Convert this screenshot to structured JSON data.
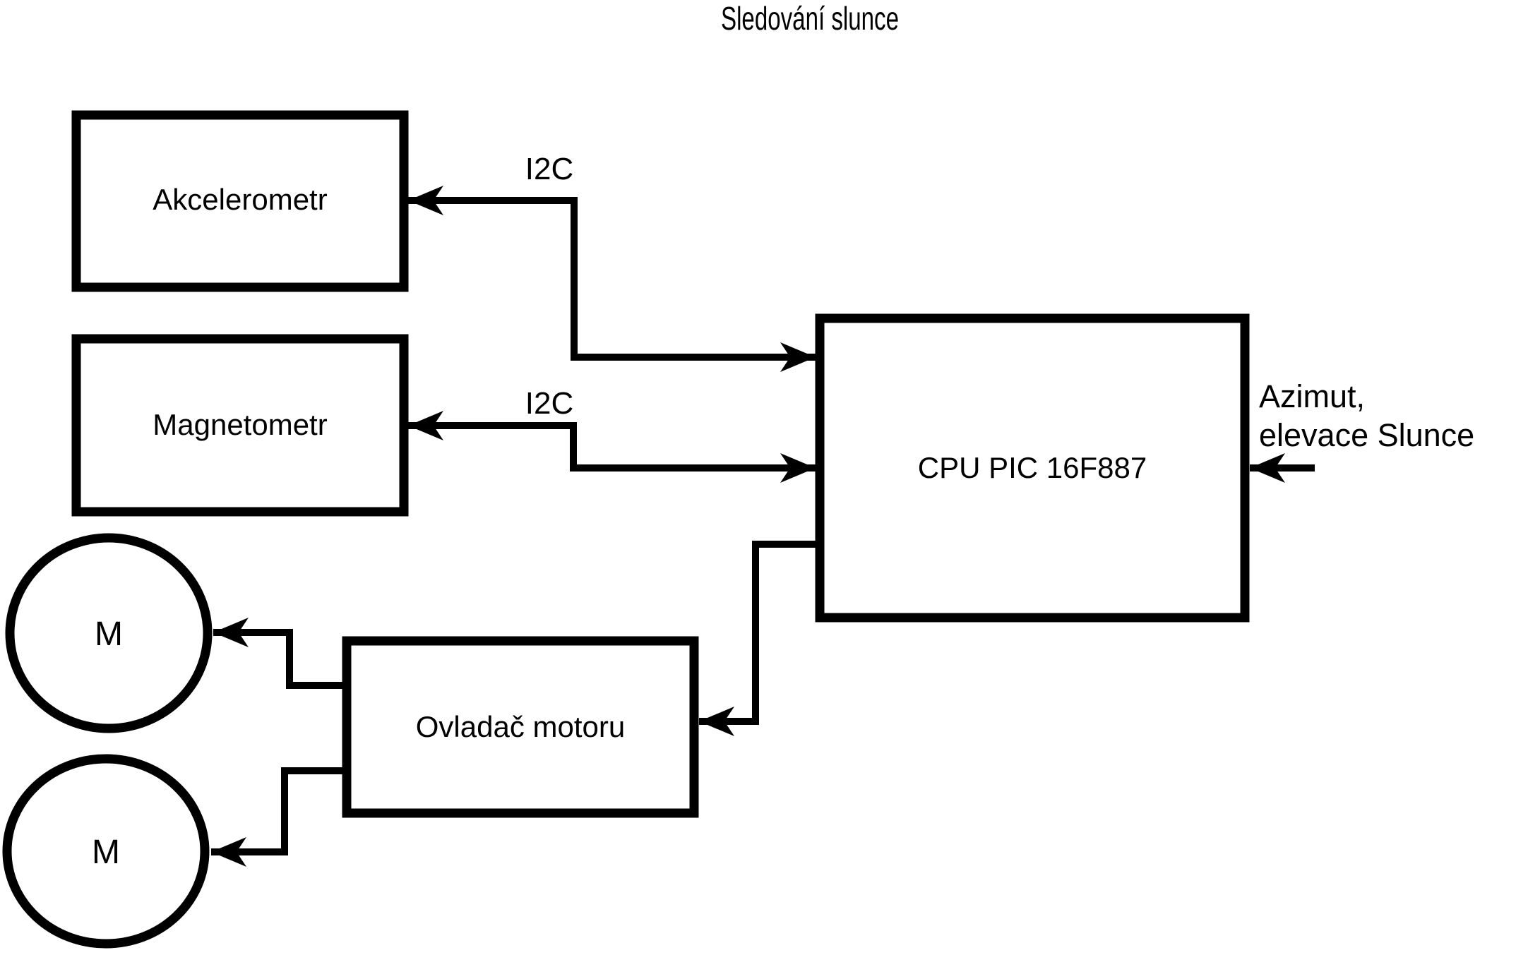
{
  "title": "Sledování slunce",
  "nodes": {
    "akcelerometr": {
      "label": "Akcelerometr"
    },
    "magnetometr": {
      "label": "Magnetometr"
    },
    "cpu": {
      "label": "CPU PIC 16F887"
    },
    "motor_driver": {
      "label": "Ovladač motoru"
    },
    "motor1": {
      "label": "M"
    },
    "motor2": {
      "label": "M"
    }
  },
  "edges": {
    "i2c_akcelerometr": {
      "label": "I2C"
    },
    "i2c_magnetometr": {
      "label": "I2C"
    }
  },
  "annotations": {
    "sun_input": {
      "line1": "Azimut,",
      "line2": "elevace Slunce"
    }
  },
  "colors": {
    "stroke": "#000000",
    "background": "#ffffff"
  }
}
